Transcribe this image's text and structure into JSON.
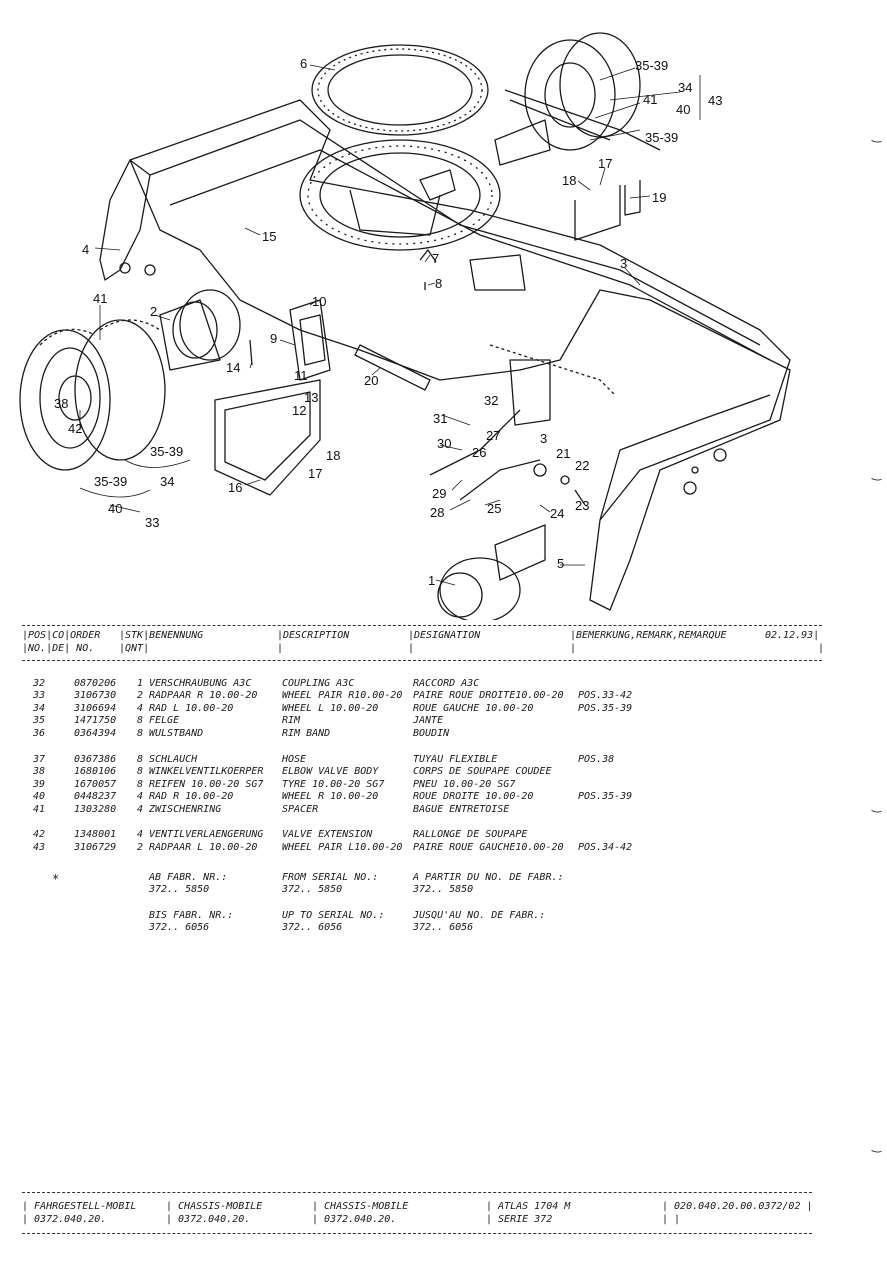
{
  "diagram": {
    "callouts": [
      "6",
      "35-39",
      "34",
      "43",
      "40",
      "41",
      "35-39",
      "17",
      "18",
      "19",
      "4",
      "15",
      "3",
      "7",
      "8",
      "41",
      "2",
      "9",
      "10",
      "14",
      "11",
      "13",
      "12",
      "20",
      "38",
      "42",
      "32",
      "31",
      "27",
      "3",
      "30",
      "26",
      "21",
      "22",
      "23",
      "29",
      "28",
      "25",
      "24",
      "18",
      "16",
      "17",
      "35-39",
      "34",
      "35-39",
      "40",
      "33",
      "5",
      "1"
    ]
  },
  "header": {
    "pos_top": "|POS|CO|ORDER",
    "stk_top": "|STK|BENENNUNG",
    "desc_top": "|DESCRIPTION",
    "desig_top": "|DESIGNATION",
    "rem_top": "|BEMERKUNG,REMARK,REMARQUE",
    "date": "02.12.93|",
    "pos_bot": "|NO.|DE| NO.",
    "stk_bot": "|QNT|",
    "desc_bot": "|",
    "desig_bot": "|",
    "rem_bot": "|",
    "end_bot": "|"
  },
  "rows": [
    {
      "pos": "32",
      "order": "0870206",
      "qty": "1",
      "benennung": "VERSCHRAUBUNG A3C",
      "description": "COUPLING A3C",
      "designation": "RACCORD A3C",
      "remark": ""
    },
    {
      "pos": "33",
      "order": "3106730",
      "qty": "2",
      "benennung": "RADPAAR R 10.00-20",
      "description": "WHEEL PAIR R10.00-20",
      "designation": "PAIRE ROUE DROITE10.00-20",
      "remark": "POS.33-42"
    },
    {
      "pos": "34",
      "order": "3106694",
      "qty": "4",
      "benennung": "RAD L 10.00-20",
      "description": "WHEEL L 10.00-20",
      "designation": "ROUE GAUCHE 10.00-20",
      "remark": "POS.35-39"
    },
    {
      "pos": "35",
      "order": "1471750",
      "qty": "8",
      "benennung": "FELGE",
      "description": "RIM",
      "designation": "JANTE",
      "remark": ""
    },
    {
      "pos": "36",
      "order": "0364394",
      "qty": "8",
      "benennung": "WULSTBAND",
      "description": "RIM BAND",
      "designation": "BOUDIN",
      "remark": ""
    },
    {
      "pos": "37",
      "order": "0367386",
      "qty": "8",
      "benennung": "SCHLAUCH",
      "description": "HOSE",
      "designation": "TUYAU FLEXIBLE",
      "remark": "POS.38"
    },
    {
      "pos": "38",
      "order": "1680106",
      "qty": "8",
      "benennung": "WINKELVENTILKOERPER",
      "description": "ELBOW VALVE BODY",
      "designation": "CORPS DE SOUPAPE COUDEE",
      "remark": ""
    },
    {
      "pos": "39",
      "order": "1670057",
      "qty": "8",
      "benennung": "REIFEN 10.00-20  SG7",
      "description": "TYRE 10.00-20  SG7",
      "designation": "PNEU 10.00-20  SG7",
      "remark": ""
    },
    {
      "pos": "40",
      "order": "0448237",
      "qty": "4",
      "benennung": "RAD R 10.00-20",
      "description": "WHEEL R 10.00-20",
      "designation": "ROUE DROITE 10.00-20",
      "remark": "POS.35-39"
    },
    {
      "pos": "41",
      "order": "1303280",
      "qty": "4",
      "benennung": "ZWISCHENRING",
      "description": "SPACER",
      "designation": "BAGUE ENTRETOISE",
      "remark": ""
    },
    {
      "pos": "42",
      "order": "1348001",
      "qty": "4",
      "benennung": "VENTILVERLAENGERUNG",
      "description": "VALVE EXTENSION",
      "designation": "RALLONGE DE SOUPAPE",
      "remark": ""
    },
    {
      "pos": "43",
      "order": "3106729",
      "qty": "2",
      "benennung": "RADPAAR L 10.00-20",
      "description": "WHEEL PAIR L10.00-20",
      "designation": "PAIRE ROUE GAUCHE10.00-20",
      "remark": "POS.34-42"
    }
  ],
  "serial": {
    "marker": "*",
    "from_de": "AB FABR. NR.:",
    "from_de_val": "372.. 5850",
    "from_en": "FROM SERIAL NO.:",
    "from_en_val": "372.. 5850",
    "from_fr": "A PARTIR DU NO. DE FABR.:",
    "from_fr_val": "372.. 5850",
    "to_de": "BIS FABR. NR.:",
    "to_de_val": "372.. 6056",
    "to_en": "UP TO SERIAL NO.:",
    "to_en_val": "372.. 6056",
    "to_fr": "JUSQU'AU NO. DE FABR.:",
    "to_fr_val": "372.. 6056"
  },
  "footer": {
    "de_title": "| FAHRGESTELL-MOBIL",
    "de_code": "| 0372.040.20.",
    "en_title": "| CHASSIS-MOBILE",
    "en_code": "| 0372.040.20.",
    "fr_title": "| CHASSIS-MOBILE",
    "fr_code": "| 0372.040.20.",
    "model": "|  ATLAS 1704 M",
    "serie": "|  SERIE 372",
    "docno": "| 020.040.20.00.0372/02 |",
    "end": "|                       |"
  }
}
